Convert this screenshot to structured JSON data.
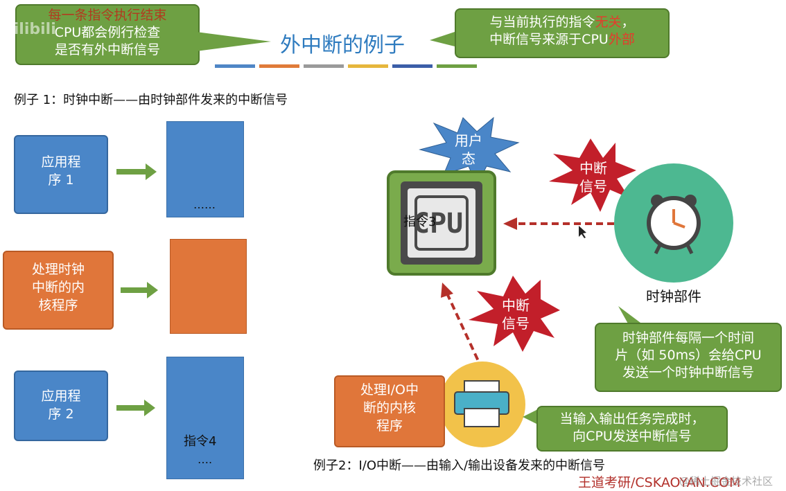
{
  "header": {
    "title": "外中断的例子",
    "left_callout": {
      "line1": "每一条指令执行结束",
      "line2": "CPU都会例行检查",
      "line3": "是否有外中断信号"
    },
    "right_callout": {
      "line1a": "与当前执行的指令",
      "line1b": "无关",
      "line1c": "，",
      "line2a": "中断信号来源于CPU",
      "line2b": "外部"
    },
    "watermark": "bilibili",
    "bar_colors": [
      "#4f86c6",
      "#e07b39",
      "#9a9a9a",
      "#e6b63c",
      "#3b5ea8",
      "#6ea043"
    ]
  },
  "example1": {
    "label": "例子 1：时钟中断——由时钟部件发来的中断信号",
    "app1": {
      "line1": "应用程",
      "line2": "序 1",
      "ellipsis": "……"
    },
    "kernel": {
      "line1": "处理时钟",
      "line2": "中断的内",
      "line3": "核程序"
    },
    "app2": {
      "line1": "应用程",
      "line2": "序 2",
      "instr": "指令4",
      "ellipsis": "…."
    }
  },
  "diagram": {
    "user_mode": {
      "line1": "用户",
      "line2": "态"
    },
    "cpu_label": "CPU",
    "instr3": "指令3",
    "clock_signal": {
      "line1": "中断",
      "line2": "信号"
    },
    "io_signal": {
      "line1": "中断",
      "line2": "信号"
    },
    "clock_label": "时钟部件",
    "clock_callout": {
      "line1": "时钟部件每隔一个时间",
      "line2": "片（如 50ms）会给CPU",
      "line3": "发送一个时钟中断信号"
    },
    "io_kernel": {
      "line1": "处理I/O中",
      "line2": "断的内核",
      "line3": "程序"
    },
    "io_callout": {
      "line1": "当输入输出任务完成时，",
      "line2": "向CPU发送中断信号"
    },
    "example2_label": "例子2：I/O中断——由输入/输出设备发来的中断信号"
  },
  "footer": {
    "brand": "王道考研/CSKAOYAN.COM",
    "community": "@稀土掘金技术社区"
  }
}
